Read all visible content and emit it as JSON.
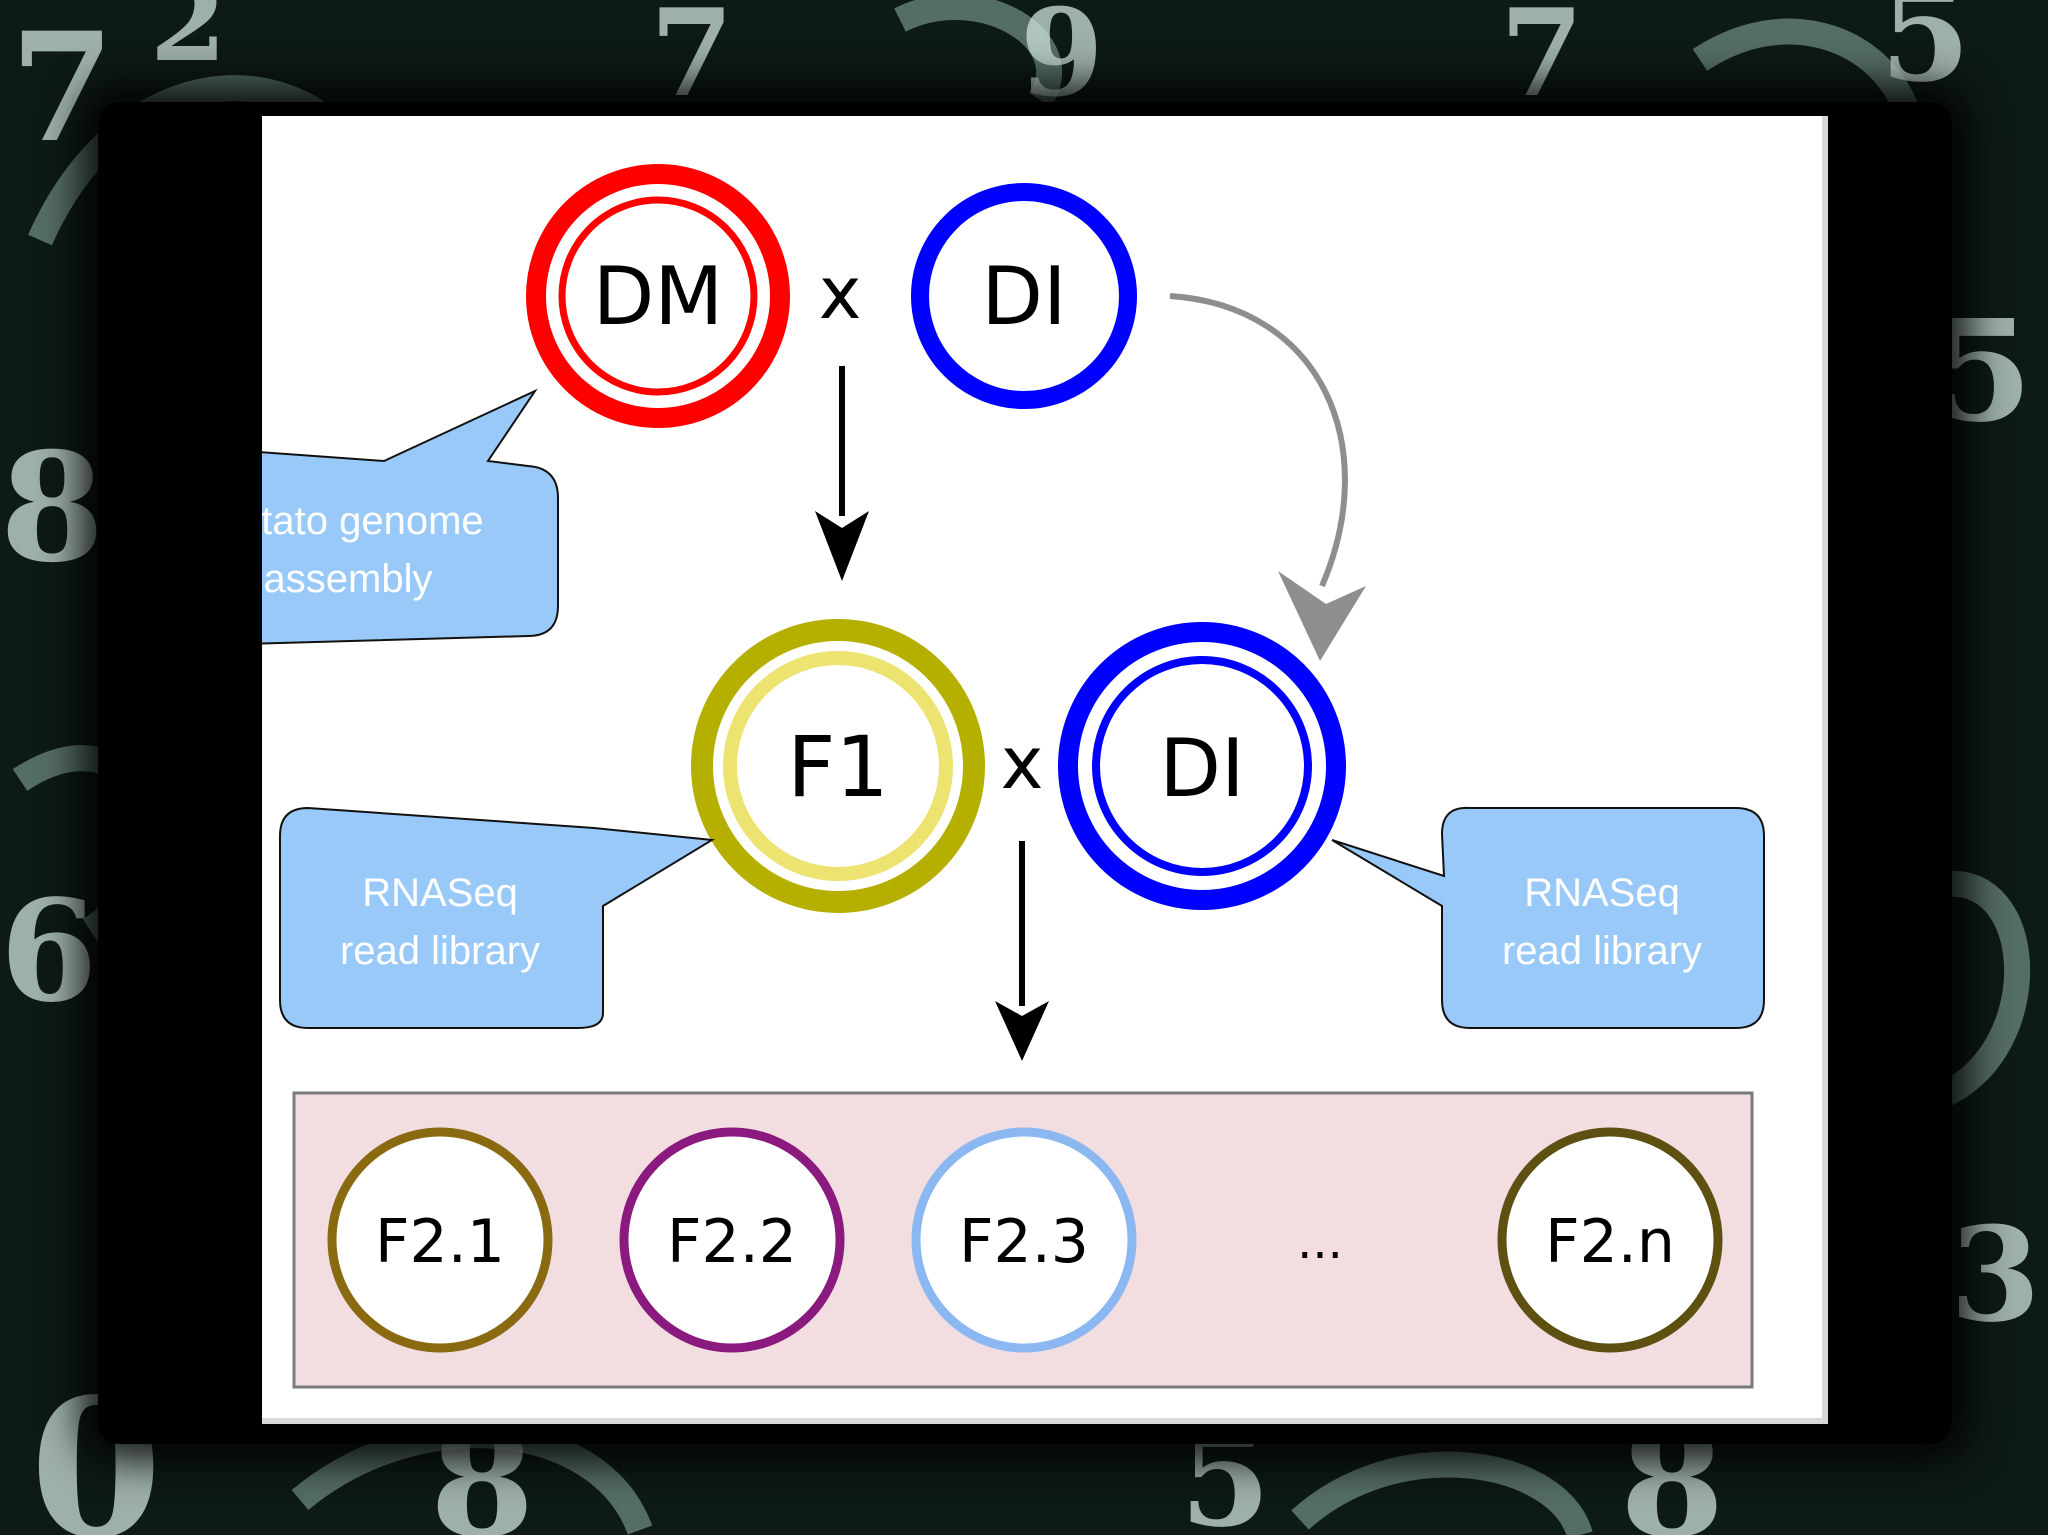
{
  "parents": {
    "dm_label": "DM",
    "cross_1": "x",
    "di_label": "DI"
  },
  "f1_generation": {
    "f1_label": "F1",
    "cross_2": "x",
    "di_label": "DI"
  },
  "callouts": {
    "genome_line1": "Potato genome",
    "genome_line2": "assembly",
    "rnaseq_left_line1": "RNASeq",
    "rnaseq_left_line2": "read library",
    "rnaseq_right_line1": "RNASeq",
    "rnaseq_right_line2": "read library"
  },
  "f2_population": [
    {
      "label": "F2.1",
      "color": "#8a6a10"
    },
    {
      "label": "F2.2",
      "color": "#8b1a7e"
    },
    {
      "label": "F2.3",
      "color": "#8cb8f2"
    },
    {
      "label": "F2.n",
      "color": "#5e5010"
    }
  ],
  "ellipsis": "...",
  "colors": {
    "dm": "#ff0000",
    "di": "#0000ff",
    "f1_outer": "#b5b000",
    "f1_inner": "#ece370",
    "callout_fill": "#99c9f8",
    "f2_box_fill": "#f2dde0",
    "grey_arrow": "#8e8e8e"
  }
}
